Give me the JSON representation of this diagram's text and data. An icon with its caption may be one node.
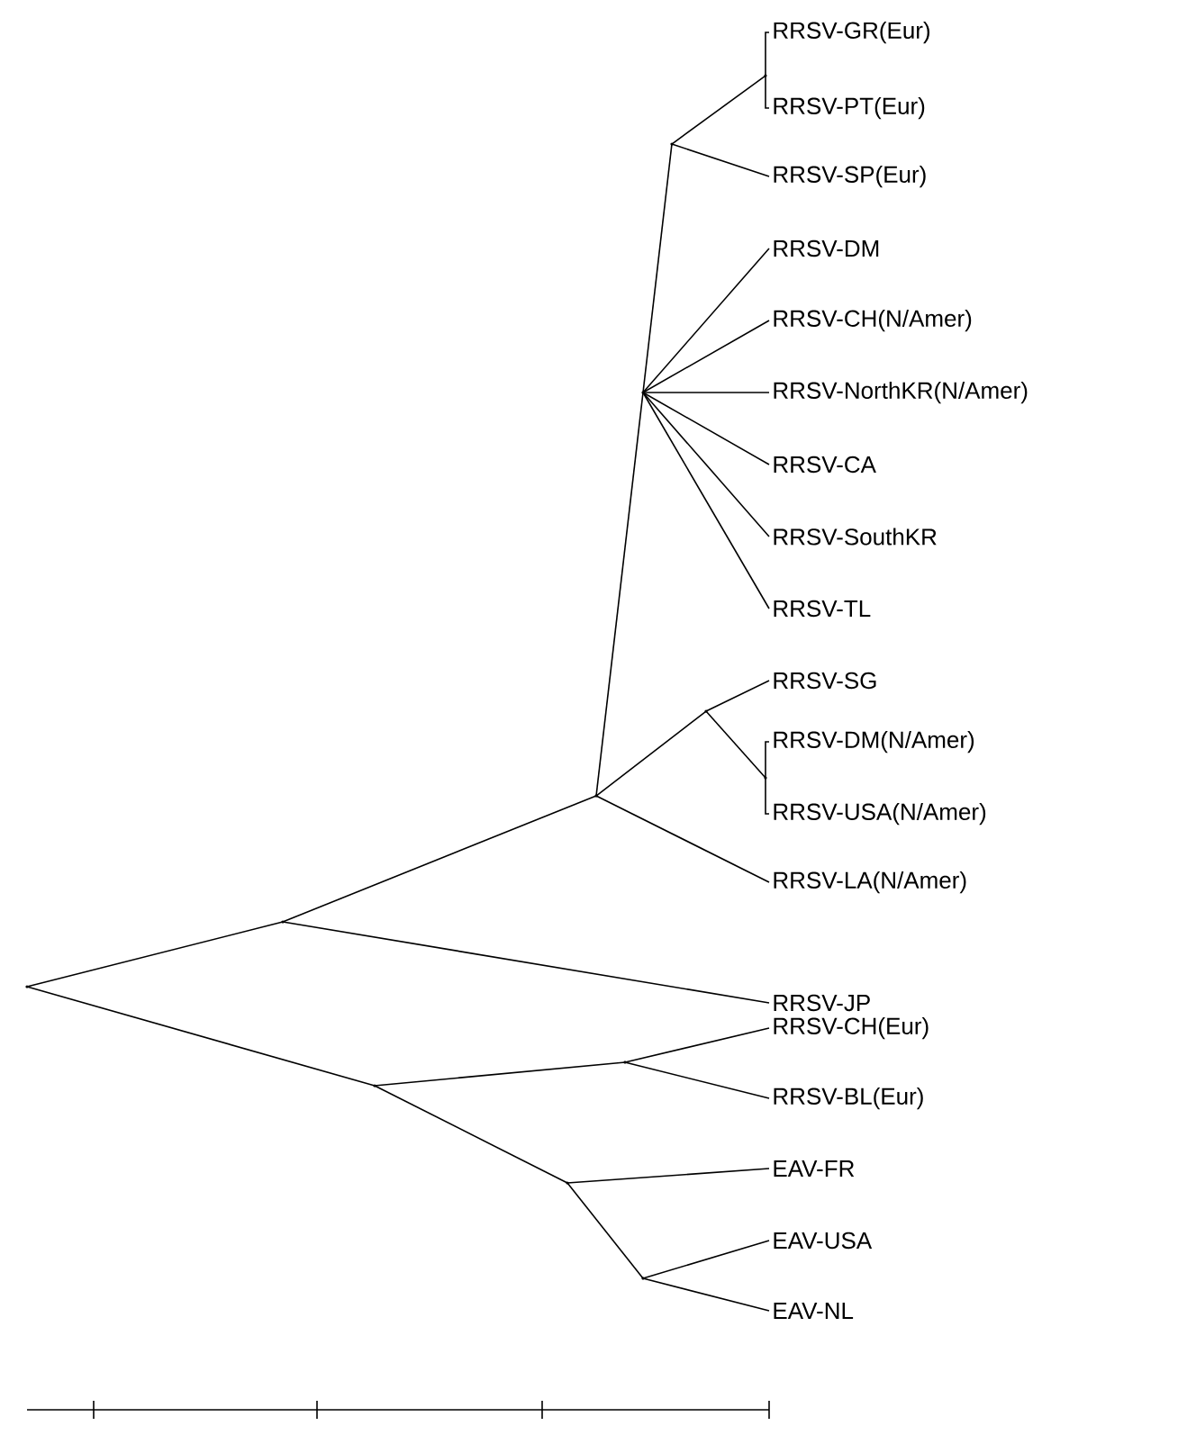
{
  "diagram": {
    "nodes": [
      {
        "text": [
          "RRSV-GR(Eur)"
        ]
      },
      {
        "text": [
          "RRSV-PT(Eur)"
        ]
      },
      {
        "text": [
          "RRSV-SP(Eur)"
        ]
      },
      {
        "text": [
          "RRSV-DM"
        ]
      },
      {
        "text": [
          "RRSV-CH(N/Amer)"
        ]
      },
      {
        "text": [
          "RRSV-NorthKR(N/Amer)"
        ]
      },
      {
        "text": [
          "RRSV-CA"
        ]
      },
      {
        "text": [
          "RRSV-SouthKR"
        ]
      },
      {
        "text": [
          "RRSV-TL"
        ]
      },
      {
        "text": [
          "RRSV-SG"
        ]
      },
      {
        "text": [
          "RRSV-DM(N/Amer)"
        ]
      },
      {
        "text": [
          "RRSV-USA(N/Amer)"
        ]
      },
      {
        "text": [
          "RRSV-LA(N/Amer)"
        ]
      },
      {
        "text": [
          "RRSV-JP"
        ]
      },
      {
        "text": [
          "RRSV-CH(Eur)"
        ]
      },
      {
        "text": [
          "RRSV-BL(Eur)"
        ]
      },
      {
        "text": [
          "EAV-FR"
        ]
      },
      {
        "text": [
          "EAV-USA"
        ]
      },
      {
        "text": [
          "EAV-NL"
        ]
      },
      {
        "text": [],
        "shape": "point"
      },
      {
        "text": [],
        "shape": "point"
      },
      {
        "text": [],
        "shape": "point"
      },
      {
        "text": [],
        "shape": "point"
      },
      {
        "text": [],
        "shape": "point"
      },
      {
        "text": [],
        "shape": "point"
      },
      {
        "text": [],
        "shape": "point"
      },
      {
        "text": [],
        "shape": "point"
      },
      {
        "text": [],
        "shape": "point"
      },
      {
        "text": [],
        "shape": "point"
      },
      {
        "text": [],
        "shape": "point"
      },
      {
        "text": [],
        "shape": "point"
      }
    ],
    "edges": [
      {
        "from": 19,
        "to": 20,
        "arrow": "none"
      },
      {
        "from": 19,
        "to": 27,
        "arrow": "none"
      },
      {
        "from": 20,
        "to": 21,
        "arrow": "none"
      },
      {
        "from": 20,
        "to": 13,
        "arrow": "none"
      },
      {
        "from": 21,
        "to": 22,
        "arrow": "none"
      },
      {
        "from": 22,
        "to": 23,
        "arrow": "none"
      },
      {
        "from": 23,
        "to": 24,
        "arrow": "none"
      },
      {
        "from": 23,
        "to": 2,
        "arrow": "none"
      },
      {
        "from": 24,
        "to": 0,
        "arrow": "none"
      },
      {
        "from": 24,
        "to": 1,
        "arrow": "none"
      },
      {
        "from": 22,
        "to": 3,
        "arrow": "none"
      },
      {
        "from": 22,
        "to": 4,
        "arrow": "none"
      },
      {
        "from": 22,
        "to": 5,
        "arrow": "none"
      },
      {
        "from": 22,
        "to": 6,
        "arrow": "none"
      },
      {
        "from": 22,
        "to": 7,
        "arrow": "none"
      },
      {
        "from": 22,
        "to": 8,
        "arrow": "none"
      },
      {
        "from": 21,
        "to": 25,
        "arrow": "none"
      },
      {
        "from": 21,
        "to": 12,
        "arrow": "none"
      },
      {
        "from": 25,
        "to": 9,
        "arrow": "none"
      },
      {
        "from": 25,
        "to": 26,
        "arrow": "none"
      },
      {
        "from": 26,
        "to": 10,
        "arrow": "none"
      },
      {
        "from": 26,
        "to": 11,
        "arrow": "none"
      },
      {
        "from": 27,
        "to": 28,
        "arrow": "none"
      },
      {
        "from": 27,
        "to": 29,
        "arrow": "none"
      },
      {
        "from": 28,
        "to": 14,
        "arrow": "none"
      },
      {
        "from": 28,
        "to": 15,
        "arrow": "none"
      },
      {
        "from": 29,
        "to": 16,
        "arrow": "none"
      },
      {
        "from": 29,
        "to": 30,
        "arrow": "none"
      },
      {
        "from": 30,
        "to": 17,
        "arrow": "none"
      },
      {
        "from": 30,
        "to": 18,
        "arrow": "none"
      }
    ]
  }
}
